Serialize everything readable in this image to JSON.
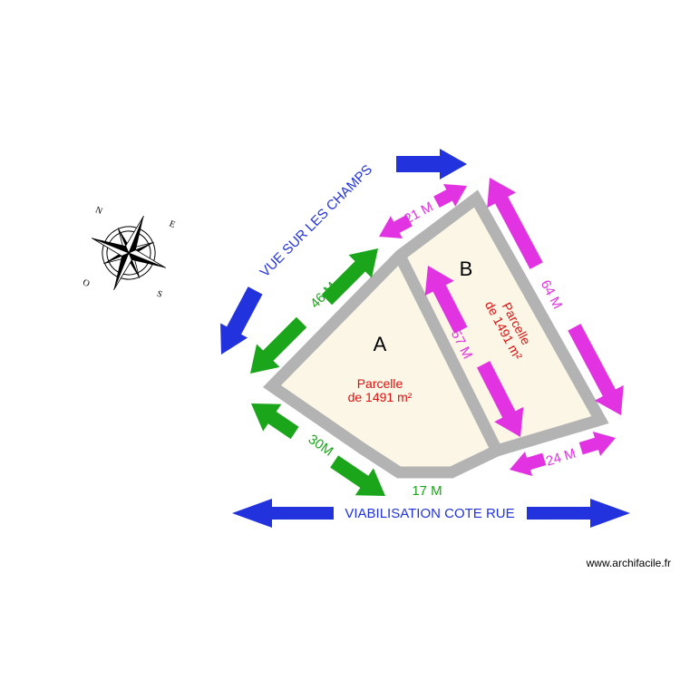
{
  "plan": {
    "parcel_a": {
      "letter": "A",
      "line1": "Parcelle",
      "line2": "de 1491 m²"
    },
    "parcel_b": {
      "letter": "B",
      "line1": "Parcelle",
      "line2": "de 1491 m²"
    }
  },
  "dimensions": {
    "left_side": "46 M",
    "bottom_left": "30M",
    "bottom": "17 M",
    "divider": "57 M",
    "top": "21 M",
    "right_side": "64 M",
    "bottom_right": "24 M"
  },
  "labels": {
    "view": "VUE SUR LES CHAMPS",
    "road": "VIABILISATION COTE RUE",
    "watermark": "www.archifacile.fr"
  },
  "compass": {
    "n": "N",
    "e": "E",
    "s": "S",
    "o": "O"
  },
  "colors": {
    "wall": "#b3b3b3",
    "fill": "#fbf6e6",
    "green": "#1aa51a",
    "magenta": "#e233e2",
    "blue": "#2233dd",
    "red": "#dd1111"
  }
}
